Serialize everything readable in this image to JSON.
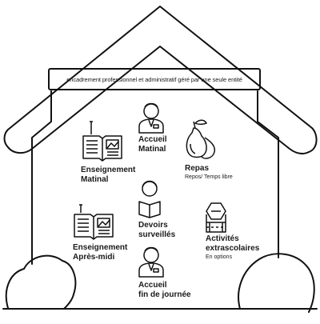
{
  "banner": {
    "text": "encadrement professionnel et administratif géré par une seule entité"
  },
  "items": [
    {
      "id": "enseignement-matinal",
      "line1": "Enseignement",
      "line2": "Matinal",
      "sub": "",
      "icon": "open-book-icon"
    },
    {
      "id": "accueil-matinal",
      "line1": "Accueil",
      "line2": "Matinal",
      "sub": "",
      "icon": "staff-person-icon"
    },
    {
      "id": "repas",
      "line1": "Repas",
      "line2": "",
      "sub": "Repos/ Temps libre",
      "icon": "pears-icon"
    },
    {
      "id": "devoirs-surveilles",
      "line1": "Devoirs",
      "line2": "surveillés",
      "sub": "",
      "icon": "reading-child-icon"
    },
    {
      "id": "enseignement-apres-midi",
      "line1": "Enseignement",
      "line2": "Après-midi",
      "sub": "",
      "icon": "open-book-icon"
    },
    {
      "id": "activites-extrascolaires",
      "line1": "Activités",
      "line2": "extrascolaires",
      "sub": "En options",
      "icon": "blocks-icon"
    },
    {
      "id": "accueil-fin-de-journee",
      "line1": "Accueil",
      "line2": "fin de journée",
      "sub": "",
      "icon": "staff-person-icon"
    }
  ]
}
